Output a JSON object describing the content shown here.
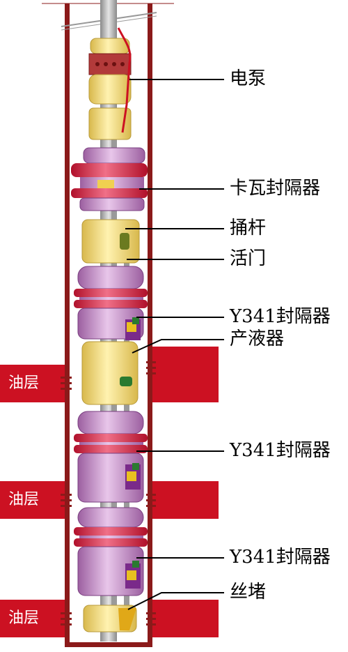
{
  "labels": {
    "pump": "电泵",
    "slip_packer": "卡瓦封隔器",
    "plunger": "捅杆",
    "valve": "活门",
    "packer_1": "Y341封隔器",
    "producer": "产液器",
    "packer_2": "Y341封隔器",
    "packer_3": "Y341封隔器",
    "plug": "丝堵"
  },
  "oil_layers": [
    "油层",
    "油层",
    "油层"
  ],
  "colors": {
    "casing": "#8b1a1a",
    "formation": "#cc1122",
    "packer_body": "#c78fc9",
    "rubber": "#e0304a",
    "tool_yellow": "#f5e08a",
    "tube": "#b8b8b8"
  }
}
